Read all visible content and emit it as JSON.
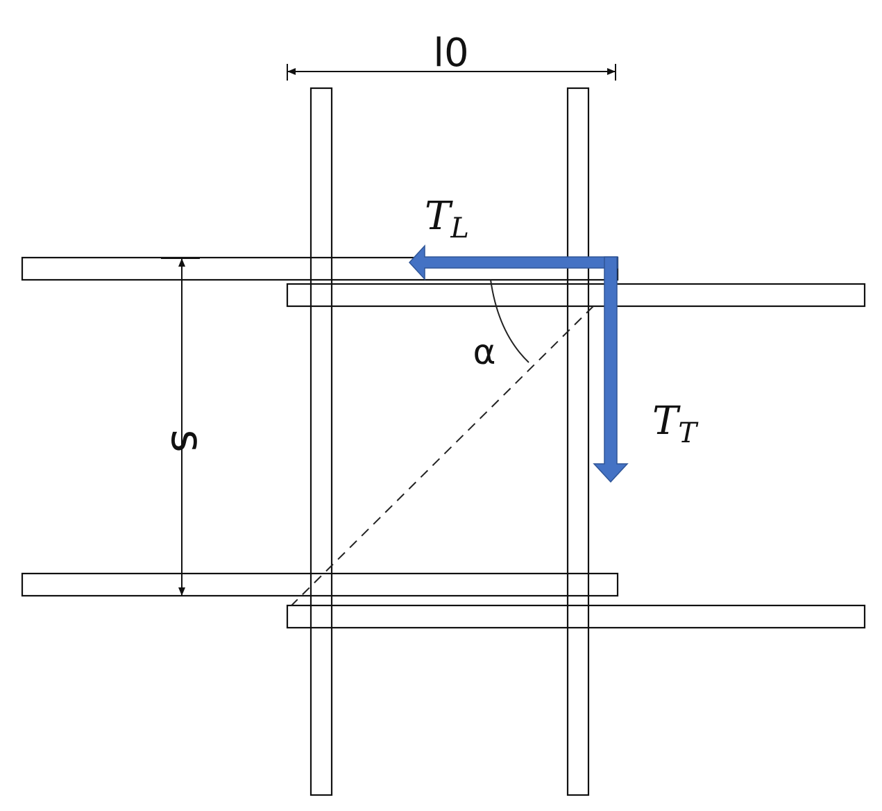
{
  "labels": {
    "top_dimension": "l0",
    "vertical_dimension": "s",
    "angle": "α",
    "longitudinal_force_main": "T",
    "longitudinal_force_sub": "L",
    "transverse_force_main": "T",
    "transverse_force_sub": "T"
  },
  "colors": {
    "arrow": "#4472c4",
    "arrow_stroke": "#2f5597",
    "line": "#111111",
    "background": "#ffffff"
  }
}
